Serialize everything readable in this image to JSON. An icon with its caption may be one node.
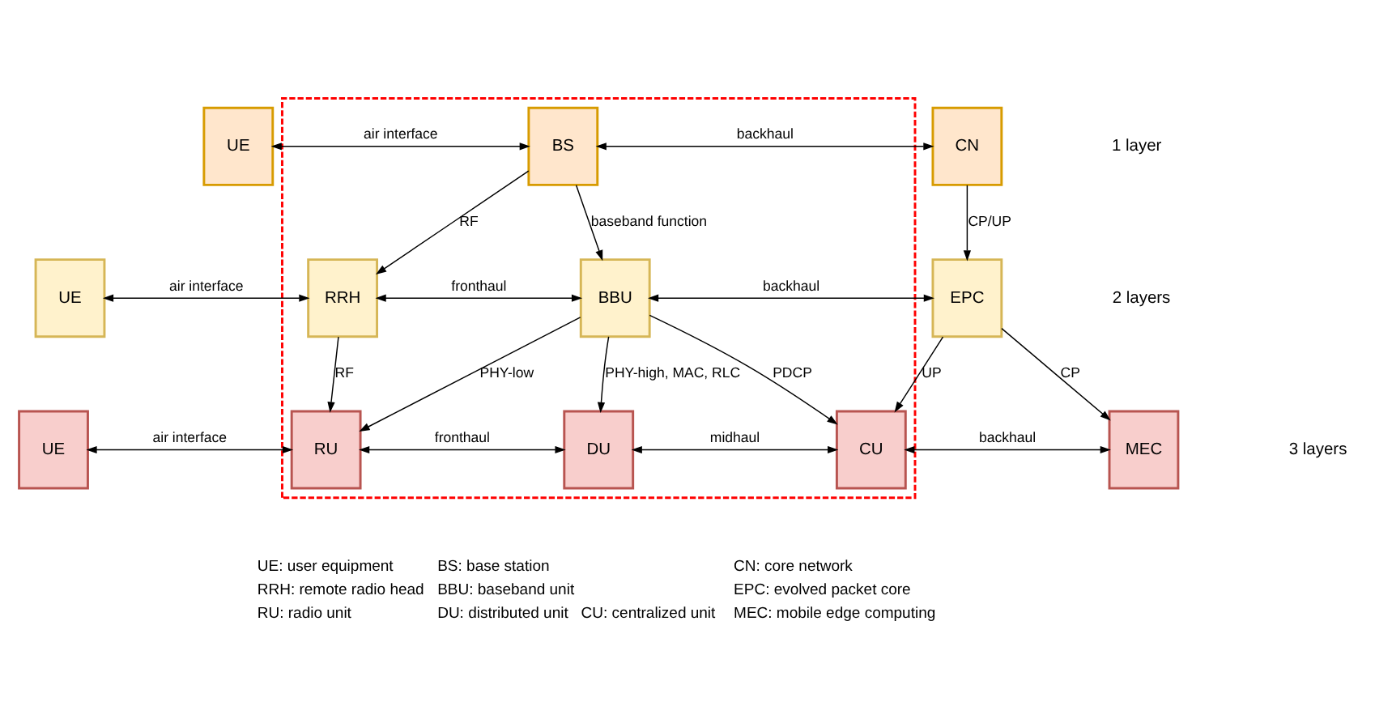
{
  "diagram": {
    "nodes": [
      {
        "text": [],
        "shape": "box"
      },
      {
        "text": [
          "UE"
        ]
      },
      {
        "text": [
          "BS"
        ],
        "in": 0
      },
      {
        "text": [
          "CN"
        ]
      },
      {
        "text": [
          "UE"
        ]
      },
      {
        "text": [
          "RRH"
        ],
        "in": 0
      },
      {
        "text": [
          "BBU"
        ],
        "in": 0
      },
      {
        "text": [
          "EPC"
        ]
      },
      {
        "text": [
          "UE"
        ]
      },
      {
        "text": [
          "RU"
        ],
        "in": 0
      },
      {
        "text": [
          "DU"
        ],
        "in": 0
      },
      {
        "text": [
          "CU"
        ],
        "in": 0
      },
      {
        "text": [
          "MEC"
        ]
      }
    ],
    "edges": [
      {
        "from": 1,
        "to": 2,
        "arrow": "both",
        "label": "air interface"
      },
      {
        "from": 2,
        "to": 3,
        "arrow": "both",
        "label": "backhaul"
      },
      {
        "from": 2,
        "to": 5,
        "arrow": "to",
        "label": "RF"
      },
      {
        "from": 2,
        "to": 6,
        "arrow": "to",
        "label": "baseband function"
      },
      {
        "from": 3,
        "to": 7,
        "arrow": "to",
        "label": "CP/UP"
      },
      {
        "from": 4,
        "to": 5,
        "arrow": "both",
        "label": "air interface"
      },
      {
        "from": 5,
        "to": 6,
        "arrow": "both",
        "label": "fronthaul"
      },
      {
        "from": 6,
        "to": 7,
        "arrow": "both",
        "label": "backhaul"
      },
      {
        "from": 5,
        "to": 9,
        "arrow": "to",
        "label": "RF"
      },
      {
        "from": 6,
        "to": 9,
        "arrow": "to",
        "label": "PHY-low"
      },
      {
        "from": 6,
        "to": 10,
        "arrow": "to",
        "label": "PHY-high, MAC, RLC"
      },
      {
        "from": 6,
        "to": 11,
        "arrow": "to",
        "label": "PDCP"
      },
      {
        "from": 7,
        "to": 11,
        "arrow": "to",
        "label": "UP"
      },
      {
        "from": 7,
        "to": 12,
        "arrow": "to",
        "label": "CP"
      },
      {
        "from": 8,
        "to": 9,
        "arrow": "both",
        "label": "air interface"
      },
      {
        "from": 9,
        "to": 10,
        "arrow": "both",
        "label": "fronthaul"
      },
      {
        "from": 10,
        "to": 11,
        "arrow": "both",
        "label": "midhaul"
      },
      {
        "from": 11,
        "to": 12,
        "arrow": "both",
        "label": "backhaul"
      }
    ],
    "labels": [
      "1 layer",
      "2 layers",
      "3 layers",
      "UE: user equipment",
      "BS: base station",
      "CN: core network",
      "RRH: remote radio head",
      "BBU: baseband unit",
      "EPC: evolved packet core",
      "RU: radio unit",
      "DU: distributed unit",
      "CU: centralized unit",
      "MEC: mobile edge computing"
    ]
  }
}
